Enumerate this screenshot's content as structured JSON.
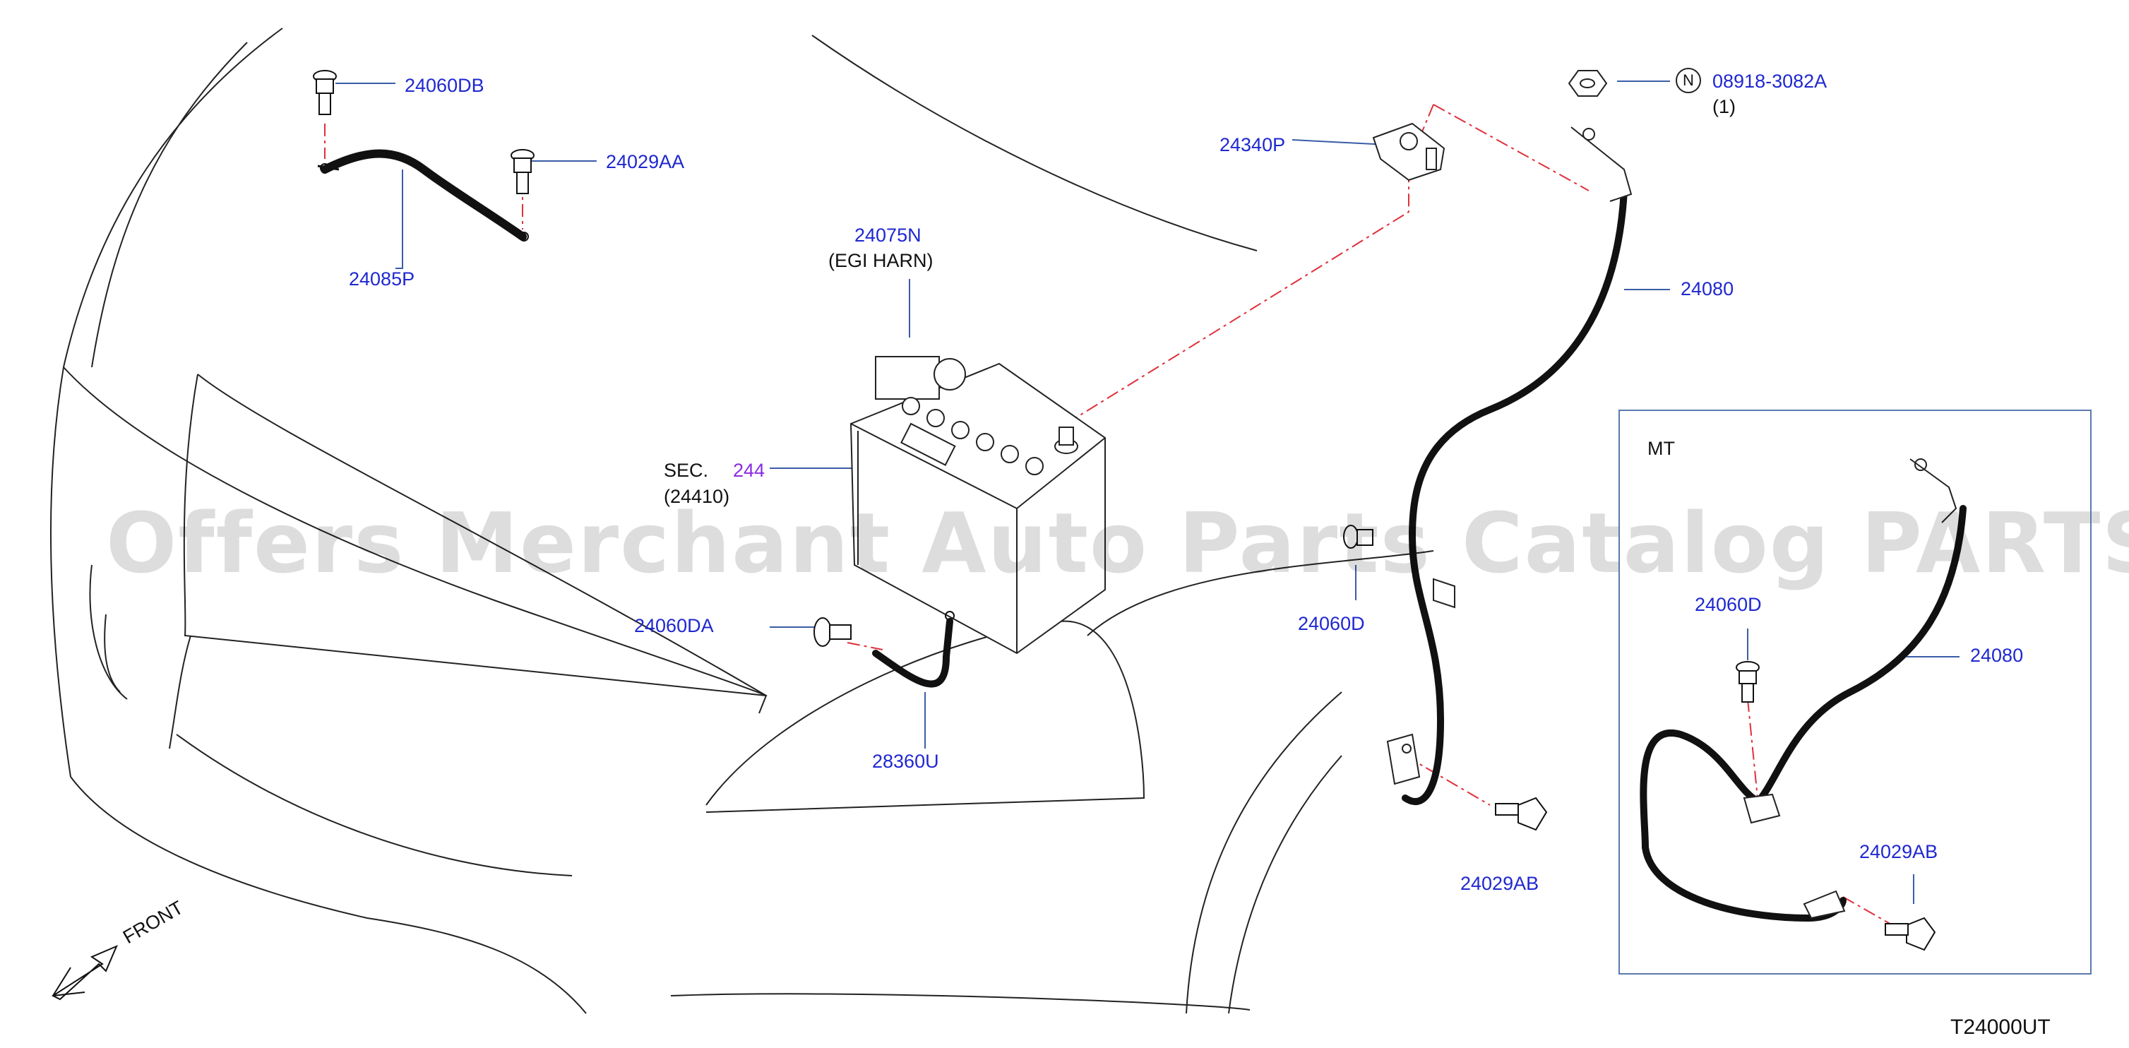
{
  "labels": {
    "p24060DB": "24060DB",
    "p24029AA": "24029AA",
    "p24085P": "24085P",
    "p24075N": "24075N",
    "egi_harn": "(EGI   HARN)",
    "sec": "SEC.",
    "sec_num": "244",
    "p24410": "(24410)",
    "p24060DA": "24060DA",
    "p28360U": "28360U",
    "p24340P": "24340P",
    "p08918": "08918-3082A",
    "qty1": "(1)",
    "n_symbol": "N",
    "p24080_main": "24080",
    "p24060D": "24060D",
    "p24029AB_main": "24029AB",
    "mt": "MT",
    "p24060D_mt": "24060D",
    "p24080_mt": "24080",
    "p24029AB_mt": "24029AB",
    "front": "FRONT",
    "diagram_code": "T24000UT"
  },
  "watermark": "Offers Merchant Auto Parts Catalog PARTSTORE.SA",
  "colors": {
    "label_blue": "#1f28d0",
    "section_purple": "#8a2be2",
    "dash_red": "#e0303a",
    "box_border": "#5a7ab0"
  }
}
